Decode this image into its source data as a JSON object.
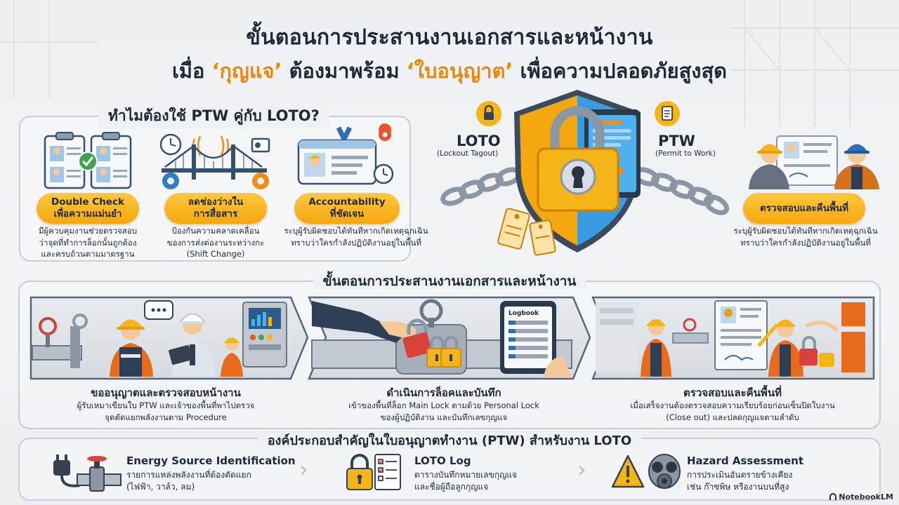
{
  "header": {
    "title_line1": "ขั้นตอนการประสานงานเอกสารและหน้างาน",
    "title_line2_pre": "เมื่อ ",
    "title_line2_key": "‘กุญแจ’",
    "title_line2_mid": " ต้องมาพร้อม ",
    "title_line2_permit": "‘ใบอนุญาต’",
    "title_line2_post": " เพื่อความปลอดภัยสูงสุด"
  },
  "why": {
    "title": "ทำไมต้องใช้ PTW คู่กับ LOTO?",
    "items": [
      {
        "pill": "Double Check\nเพื่อความแม่นยำ",
        "desc": "มีผู้ควบคุมงานช่วยตรวจสอบ\nว่าจุดที่ทำการล็อกนั้นถูกต้อง\nและครบถ้วนตามมาตรฐาน",
        "icon": "clipboard-check-icon"
      },
      {
        "pill": "ลดช่องว่างใน\nการสื่อสาร",
        "desc": "ป้องกันความคลาดเคลื่อน\nของการส่งต่องานระหว่างกะ\n(Shift Change)",
        "icon": "bridge-gear-icon"
      },
      {
        "pill": "Accountability\nที่ชัดเจน",
        "desc": "ระบุผู้รับผิดชอบได้ทันทีหากเกิดเหตุฉุกเฉิน\nทราบว่าใครกำลังปฏิบัติงานอยู่ในพื้นที่",
        "icon": "id-badge-icon"
      }
    ]
  },
  "center": {
    "loto_label": "LOTO",
    "loto_sub": "(Lockout Tagout)",
    "ptw_label": "PTW",
    "ptw_sub": "(Permit to Work)"
  },
  "right": {
    "pill": "ตรวจสอบและคืนพื้นที่",
    "desc": "ระบุผู้รับผิดชอบได้ทันทีหากเกิดเหตุฉุกเฉิน\nทราบว่าใครกำลังปฏิบัติงานอยู่ในพื้นที่"
  },
  "process": {
    "title": "ขั้นตอนการประสานงานเอกสารและหน้างาน",
    "steps": [
      {
        "title": "ขออนุญาตและตรวจสอบหน้างาน",
        "desc": "ผู้รับเหมาเขียนใบ PTW และเจ้าของพื้นที่พาไปตรวจ\nจุดตัดแยกพลังงานตาม Procedure"
      },
      {
        "title": "ดำเนินการล็อคและบันทึก",
        "desc": "เข้าของพื้นที่ล็อก Main Lock ตามด้วย Personal Lock\nของผู้ปฏิบัติงาน และบันทึกเลขกุญแจ",
        "logbook": "Logbook"
      },
      {
        "title": "ตรวจสอบและคืนพื้นที่",
        "desc": "เมื่อเสร็จงานต้องตรวจสอบความเรียบร้อยก่อนเซ็นปิดใบงาน\n(Close out) และปลดกุญแจตามลำดับ"
      }
    ]
  },
  "components": {
    "title": "องค์ประกอบสำคัญในใบอนุญาตทำงาน (PTW) สำหรับงาน LOTO",
    "items": [
      {
        "name": "Energy Source Identification",
        "desc": "รายการแหล่งพลังงานที่ต้องตัดแยก\n(ไฟฟ้า, วาล์ว, ลม)",
        "icon": "plug-valve-icon"
      },
      {
        "name": "LOTO Log",
        "desc": "ตารางบันทึกหมายเลขกุญแจ\nและชื่อผู้ถือลูกกุญแจ",
        "icon": "padlock-list-icon"
      },
      {
        "name": "Hazard Assessment",
        "desc": "การประเมินอันตรายข้างเคียง\nเช่น ก๊าซพิษ หรืองานบนที่สูง",
        "icon": "warning-gasmask-icon"
      }
    ]
  },
  "brand": "NotebookLM",
  "colors": {
    "accent_orange": "#e8890c",
    "pill_yellow": "#f5a70f",
    "shield_blue": "#2f8fd0",
    "text_dark": "#1f2937"
  }
}
